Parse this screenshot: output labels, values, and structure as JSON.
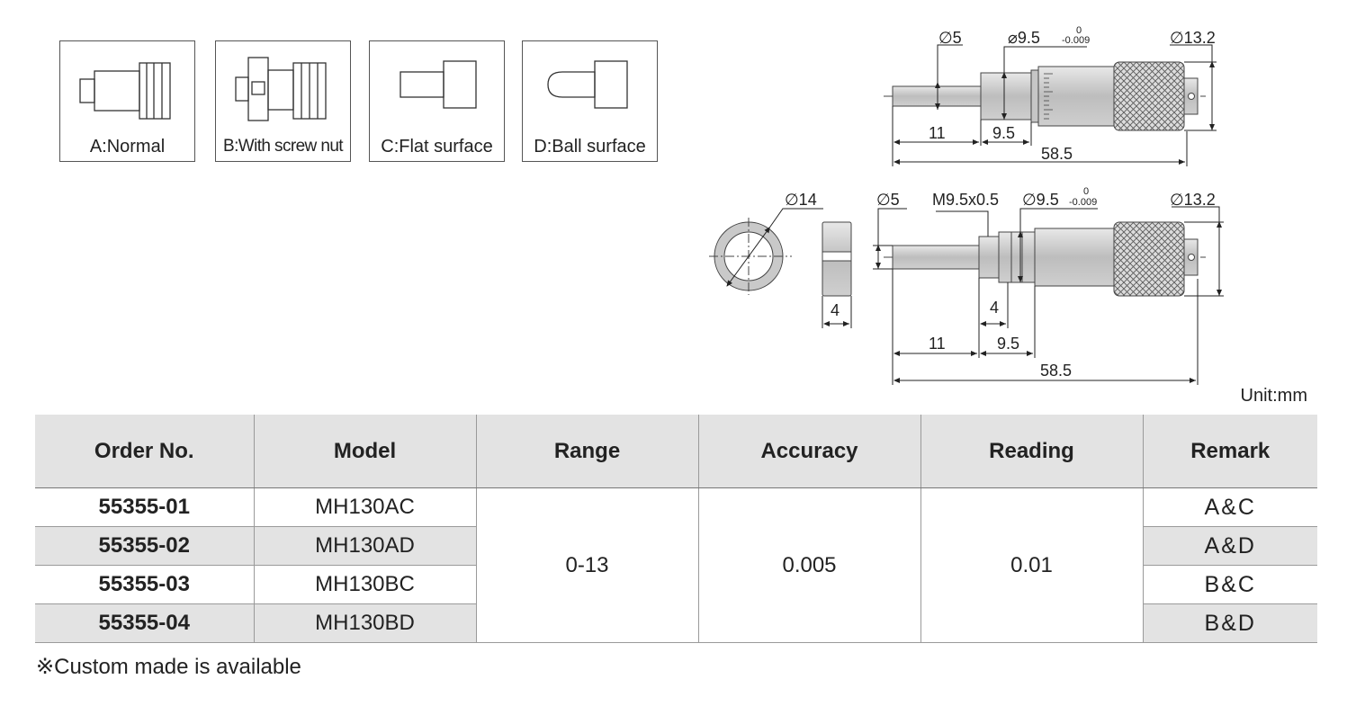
{
  "types": [
    {
      "id": "A",
      "label": "A:Normal"
    },
    {
      "id": "B",
      "label": "B:With screw nut"
    },
    {
      "id": "C",
      "label": "C:Flat surface"
    },
    {
      "id": "D",
      "label": "D:Ball surface"
    }
  ],
  "drawing_top": {
    "d5": "∅5",
    "d95": "⌀9.5",
    "tol_upper": "0",
    "tol_lower": "-0.009",
    "d132": "∅13.2",
    "len11": "11",
    "len95": "9.5",
    "len585": "58.5"
  },
  "drawing_bottom": {
    "d14": "∅14",
    "d5": "∅5",
    "thread": "M9.5x0.5",
    "d95": "∅9.5",
    "tol_upper": "0",
    "tol_lower": "-0.009",
    "d132": "∅13.2",
    "nut_width": "4",
    "thread_len": "4",
    "len11": "11",
    "len95": "9.5",
    "len585": "58.5"
  },
  "unit": "Unit:mm",
  "table": {
    "headers": [
      "Order No.",
      "Model",
      "Range",
      "Accuracy",
      "Reading",
      "Remark"
    ],
    "rows": [
      {
        "order": "55355-01",
        "model": "MH130AC",
        "remark": "A&C"
      },
      {
        "order": "55355-02",
        "model": "MH130AD",
        "remark": "A&D"
      },
      {
        "order": "55355-03",
        "model": "MH130BC",
        "remark": "B&C"
      },
      {
        "order": "55355-04",
        "model": "MH130BD",
        "remark": "B&D"
      }
    ],
    "range": "0-13",
    "accuracy": "0.005",
    "reading": "0.01"
  },
  "note": "※Custom made is available"
}
